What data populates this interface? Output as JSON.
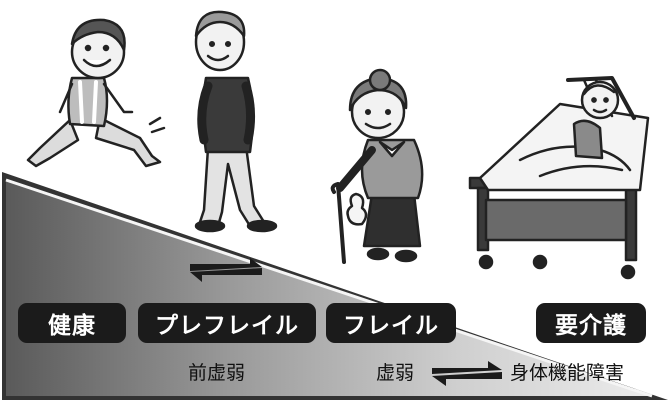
{
  "stages": [
    {
      "label": "健康"
    },
    {
      "label": "プレフレイル"
    },
    {
      "label": "フレイル"
    },
    {
      "label": "要介護"
    }
  ],
  "sublabels": {
    "pre_frailty": "前虚弱",
    "frailty": "虚弱",
    "disability": "身体機能障害"
  },
  "figures": [
    {
      "name": "healthy-person-icon"
    },
    {
      "name": "elderly-man-walking-icon"
    },
    {
      "name": "elderly-woman-with-cane-icon"
    },
    {
      "name": "person-in-hospital-bed-icon"
    }
  ],
  "colors": {
    "slope_dark": "#4a4a4a",
    "slope_light": "#e0e0e0",
    "box_fill": "#1b1b1b",
    "text_on_box": "#ffffff"
  }
}
